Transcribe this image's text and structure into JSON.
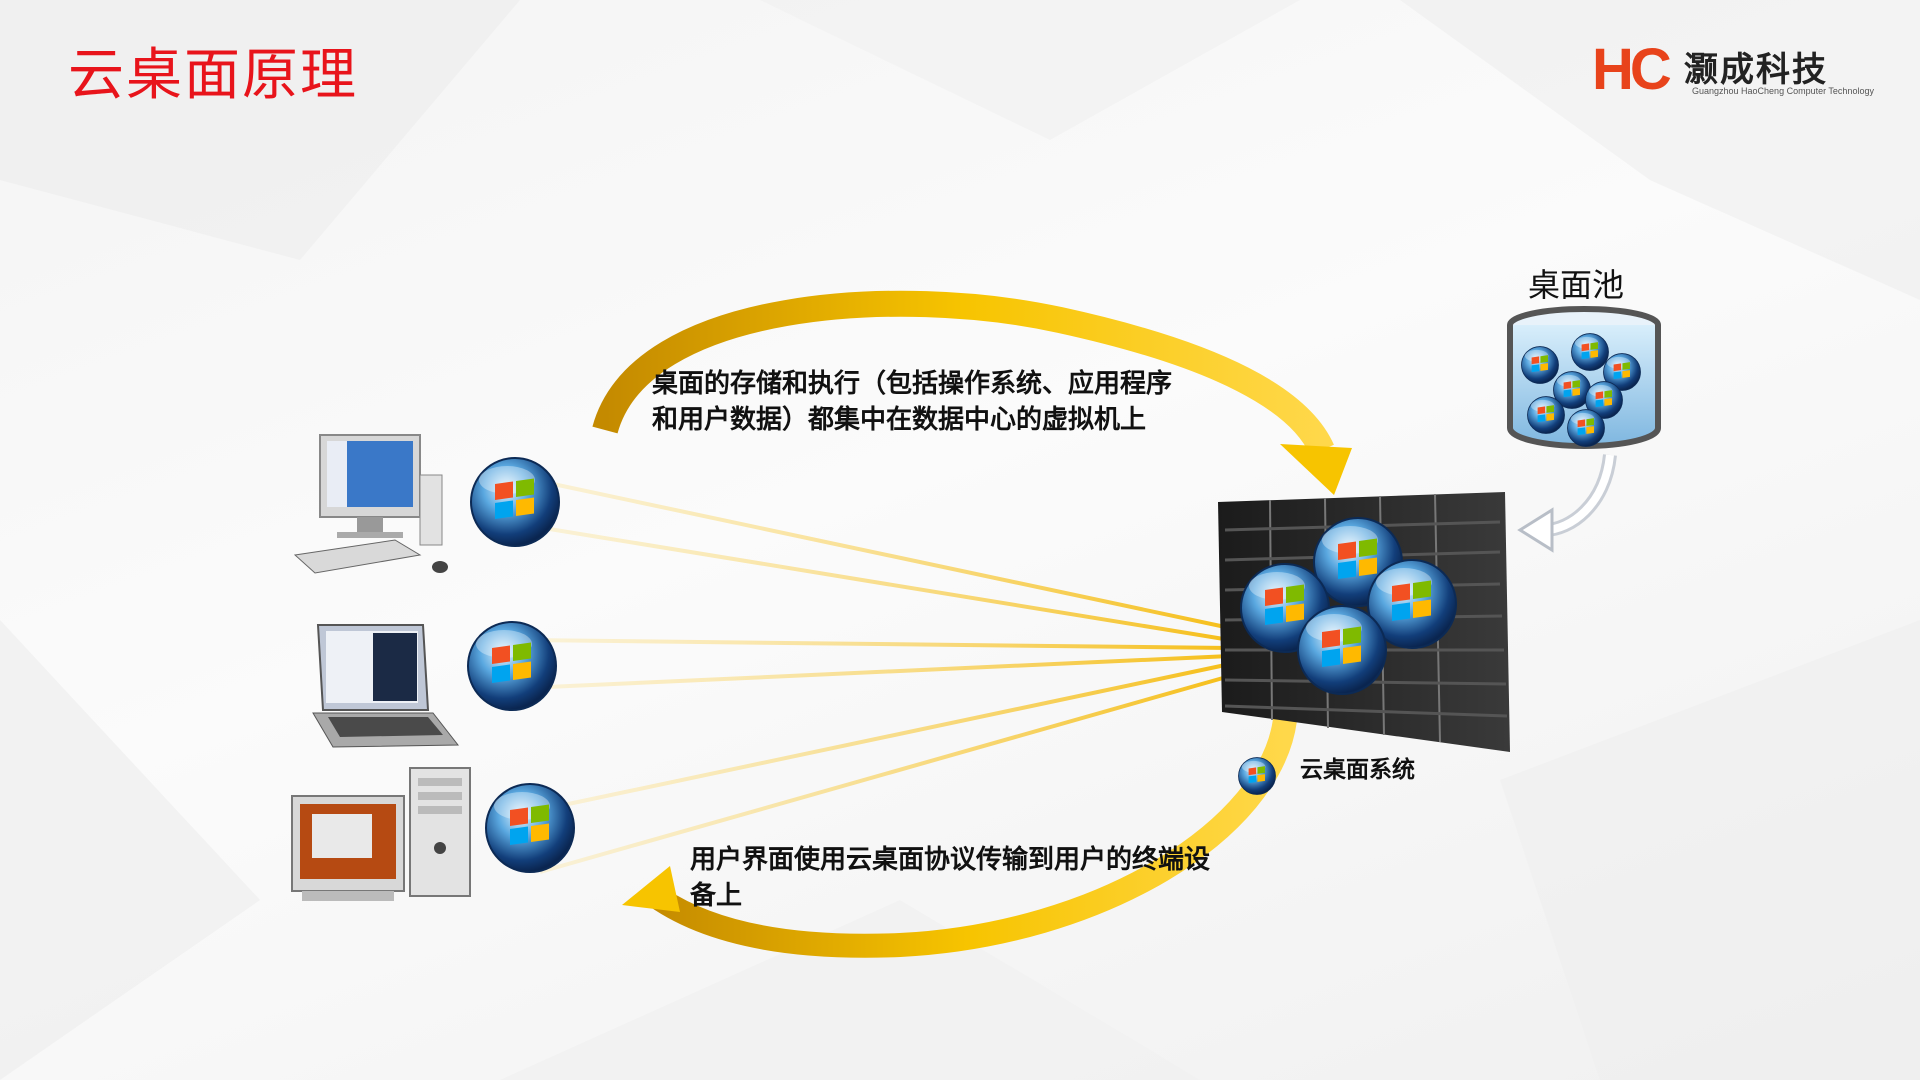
{
  "slide": {
    "title": "云桌面原理"
  },
  "logo": {
    "mark": "HC",
    "name": "灏成科技",
    "subtitle": "Guangzhou HaoCheng Computer Technology"
  },
  "diagram": {
    "top_arrow_text_line1": "桌面的存储和执行（包括操作系统、应用程序",
    "top_arrow_text_line2": "和用户数据）都集中在数据中心的虚拟机上",
    "bottom_arrow_text_line1": "用户界面使用云桌面协议传输到用户的终端设",
    "bottom_arrow_text_line2": "备上",
    "pool_label": "桌面池",
    "system_label": "云桌面系统",
    "clients": [
      {
        "type": "thin-client-desktop-icon"
      },
      {
        "type": "laptop-icon"
      },
      {
        "type": "desktop-tower-icon"
      }
    ]
  },
  "colors": {
    "title_red": "#e8141b",
    "arrow_gold": "#f5b800",
    "beam_gold": "#f6c94a",
    "logo_orange": "#e8431b"
  }
}
